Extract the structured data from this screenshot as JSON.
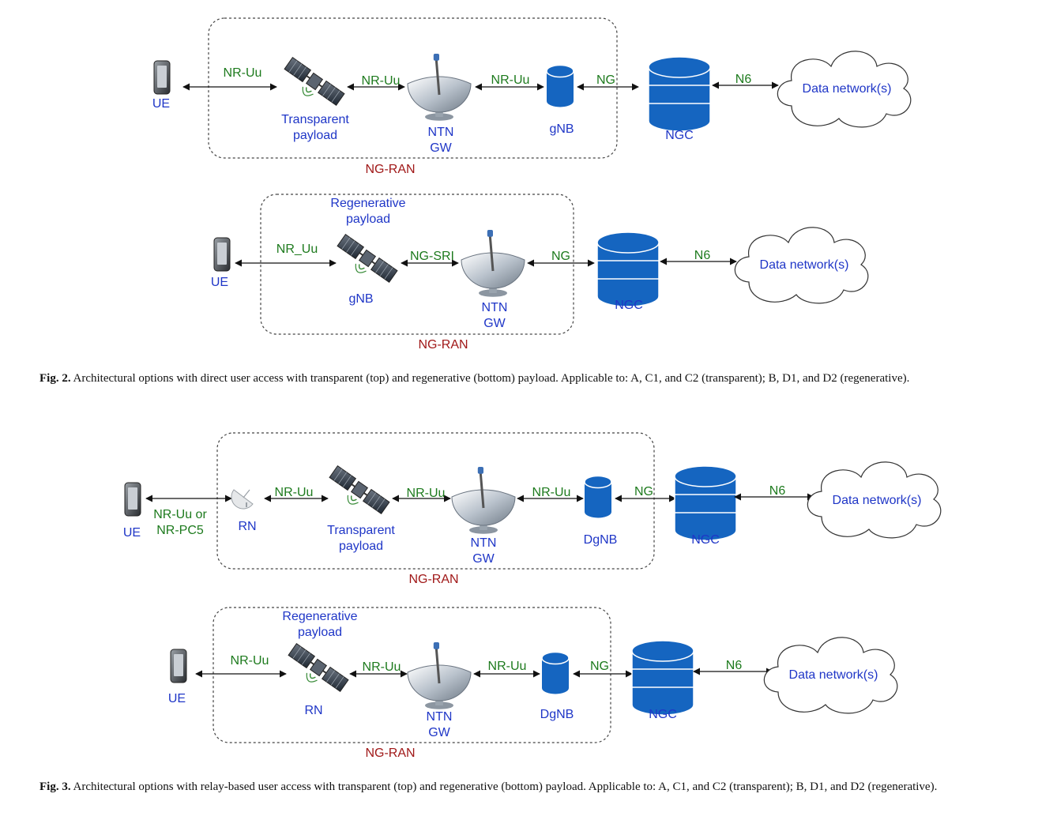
{
  "colors": {
    "node_label": "#1f36c7",
    "link_label": "#1d7a1d",
    "ran_label": "#a01818",
    "cylinder": "#1565c0"
  },
  "diagrams": [
    {
      "ran": "NG-RAN",
      "ue": "UE",
      "payload": "Transparent\npayload",
      "ntn": "NTN\nGW",
      "gnb": "gNB",
      "ngc": "NGC",
      "dn": "Data network(s)",
      "links": [
        "NR-Uu",
        "NR-Uu",
        "NR-Uu",
        "NG",
        "N6"
      ]
    },
    {
      "ran": "NG-RAN",
      "ue": "UE",
      "payload": "Regenerative\npayload",
      "sat_label": "gNB",
      "ntn": "NTN\nGW",
      "ngc": "NGC",
      "dn": "Data network(s)",
      "links": [
        "NR_Uu",
        "NG-SRI",
        "NG",
        "N6"
      ]
    },
    {
      "ran": "NG-RAN",
      "ue": "UE",
      "rn": "RN",
      "payload": "Transparent\npayload",
      "ntn": "NTN\nGW",
      "gnb": "DgNB",
      "ngc": "NGC",
      "dn": "Data network(s)",
      "links": [
        "NR-Uu or\nNR-PC5",
        "NR-Uu",
        "NR-Uu",
        "NR-Uu",
        "NG",
        "N6"
      ]
    },
    {
      "ran": "NG-RAN",
      "ue": "UE",
      "payload": "Regenerative\npayload",
      "sat_label": "RN",
      "ntn": "NTN\nGW",
      "gnb": "DgNB",
      "ngc": "NGC",
      "dn": "Data network(s)",
      "links": [
        "NR-Uu",
        "NR-Uu",
        "NR-Uu",
        "NG",
        "N6"
      ]
    }
  ],
  "captions": [
    {
      "label": "Fig. 2.",
      "text": "Architectural options with direct user access with transparent (top) and regenerative (bottom) payload. Applicable to: A, C1, and C2 (transparent); B, D1, and D2 (regenerative)."
    },
    {
      "label": "Fig. 3.",
      "text": "Architectural options with relay-based user access with transparent (top) and regenerative (bottom) payload. Applicable to: A, C1, and C2 (transparent); B, D1, and D2 (regenerative)."
    }
  ]
}
